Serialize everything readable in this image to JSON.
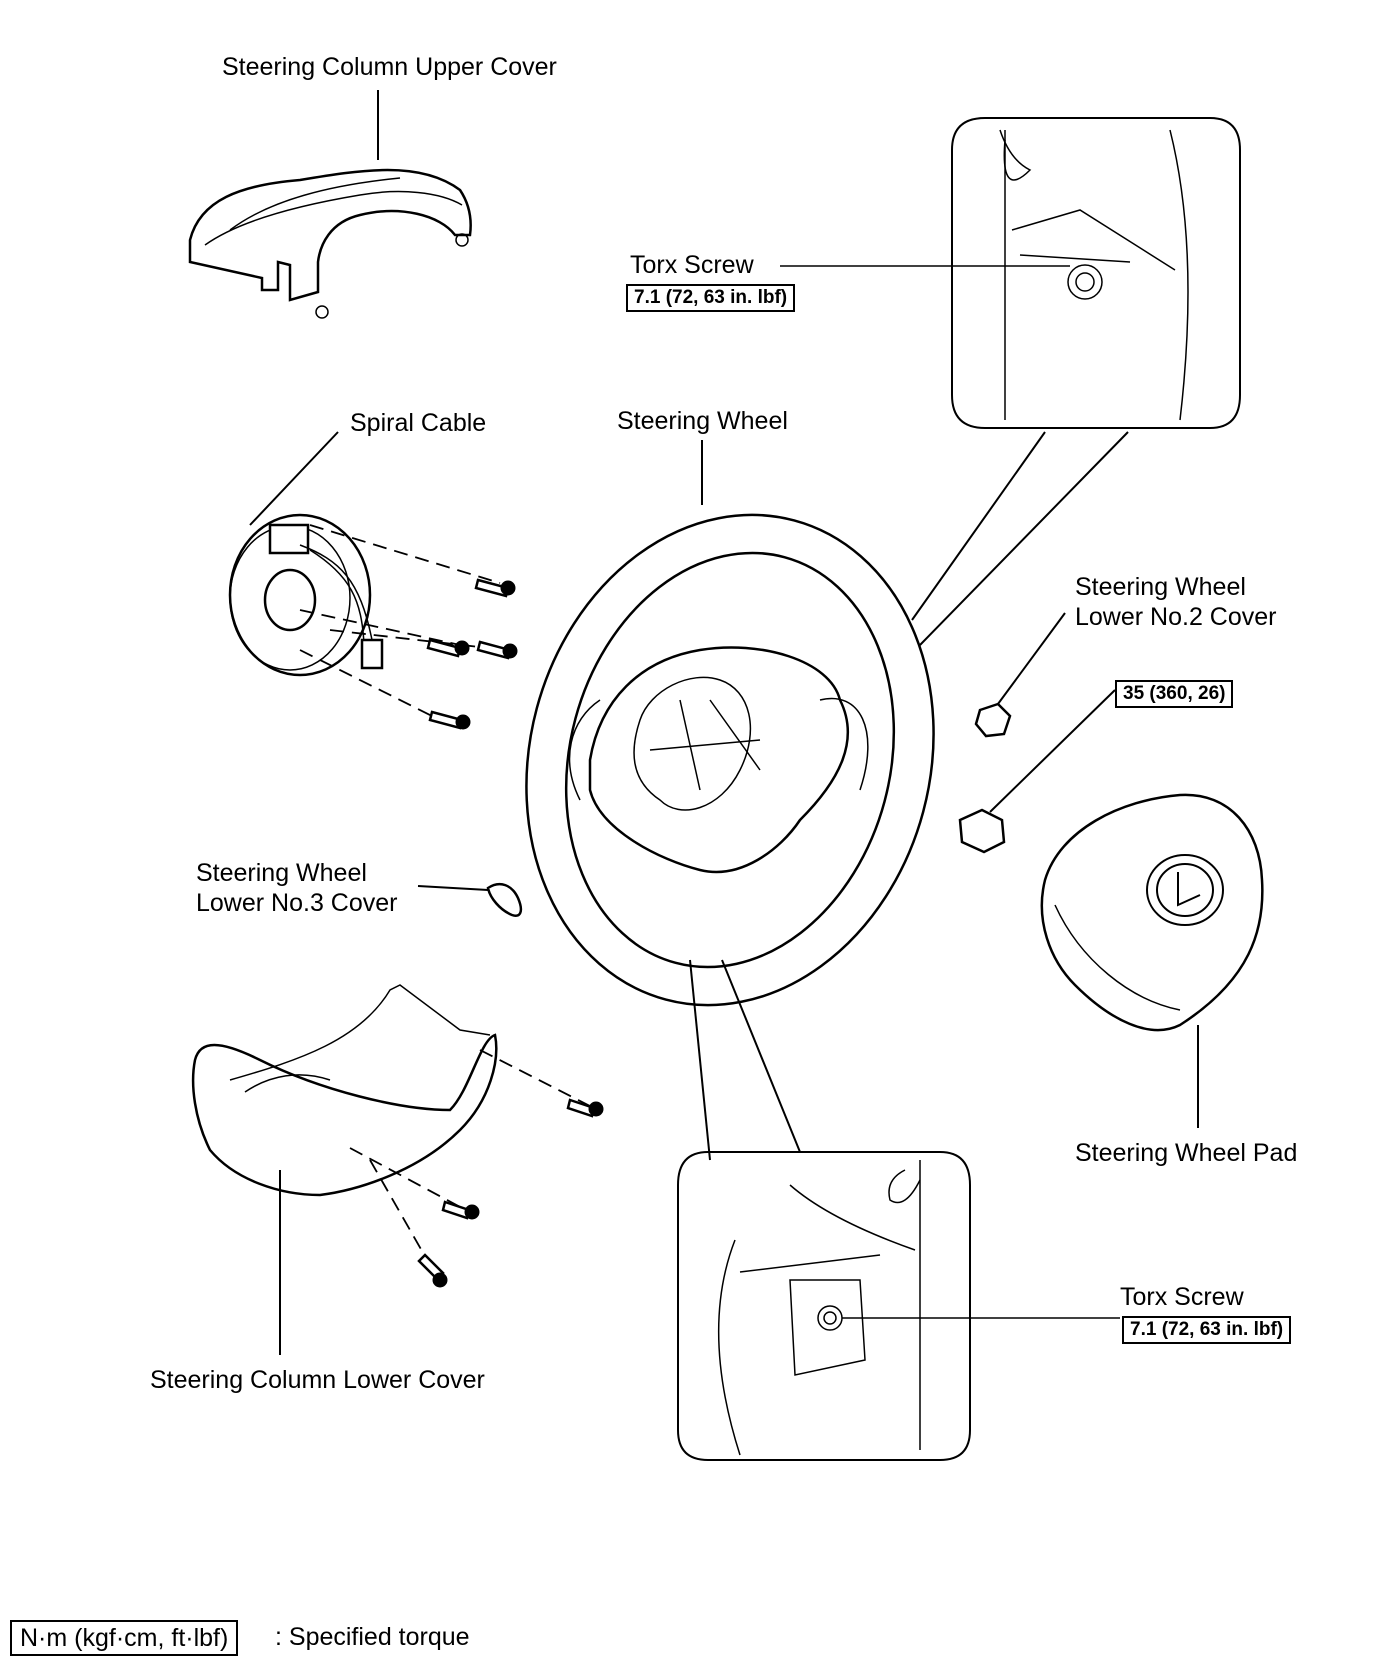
{
  "labels": {
    "upper_cover": "Steering Column Upper Cover",
    "spiral_cable": "Spiral Cable",
    "steering_wheel": "Steering Wheel",
    "torx_screw_top": "Torx Screw",
    "torque_top": "7.1 (72, 63 in. lbf)",
    "lower_no2_line1": "Steering Wheel",
    "lower_no2_line2": "Lower No.2 Cover",
    "torque_nut": "35 (360, 26)",
    "lower_no3_line1": "Steering Wheel",
    "lower_no3_line2": "Lower No.3 Cover",
    "wheel_pad": "Steering Wheel Pad",
    "torx_screw_bottom": "Torx Screw",
    "torque_bottom": "7.1 (72, 63 in. lbf)",
    "lower_cover": "Steering Column Lower Cover"
  },
  "legend": {
    "unit_box": "N·m (kgf·cm, ft·lbf)",
    "description": ": Specified torque"
  }
}
